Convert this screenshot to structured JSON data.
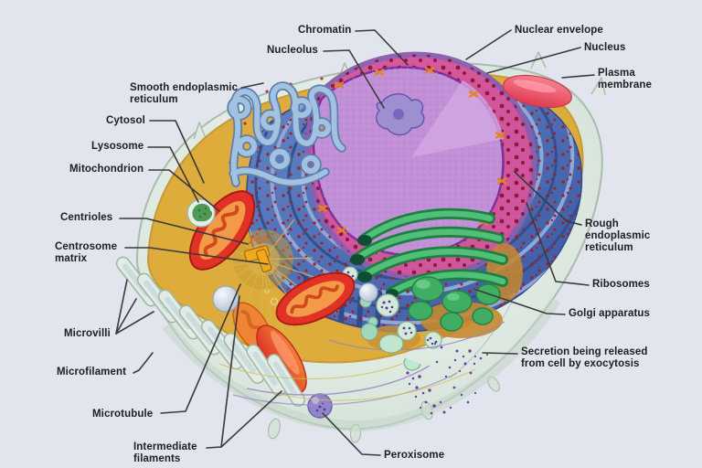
{
  "scene": {
    "description": "Cutaway illustration of an animal cell with labeled organelles"
  },
  "labels": {
    "chromatin": "Chromatin",
    "nucleolus": "Nucleolus",
    "nuclear_envelope": "Nuclear envelope",
    "nucleus": "Nucleus",
    "plasma_membrane": "Plasma membrane",
    "smooth_er": "Smooth endoplasmic reticulum",
    "cytosol": "Cytosol",
    "lysosome": "Lysosome",
    "mitochondrion": "Mitochondrion",
    "centrioles": "Centrioles",
    "centrosome_matrix": "Centrosome matrix",
    "microvilli": "Microvilli",
    "microfilament": "Microfilament",
    "microtubule": "Microtubule",
    "intermediate_filaments": "Intermediate filaments",
    "peroxisome": "Peroxisome",
    "rough_er": "Rough endoplasmic reticulum",
    "ribosomes": "Ribosomes",
    "golgi_apparatus": "Golgi apparatus",
    "secretion": "Secretion being released from cell by exocytosis"
  },
  "colors": {
    "background": "#e3e5ee",
    "cell_membrane": "#dde9e2",
    "cytosol_yellow": "#ddab38",
    "rough_er_blue": "#5377bc",
    "smooth_er_blue": "#a3c2e2",
    "ribosome_dots": "#a51d1d",
    "nuclear_envelope_pink": "#d6559c",
    "chromatin_purple": "#c290d6",
    "nucleolus_purple": "#8d77c8",
    "golgi_green": "#3fae62",
    "mitochondrion_red": "#e23227",
    "mitochondrion_inner": "#f29a48",
    "lysosome_green": "#4f9a55",
    "centriole_orange": "#f2a91e",
    "peroxisome_purple": "#9184c9",
    "secretion_dots": "#6b3fa6",
    "label_text": "#1e1e1e",
    "leader_line": "#3a3a3a"
  }
}
